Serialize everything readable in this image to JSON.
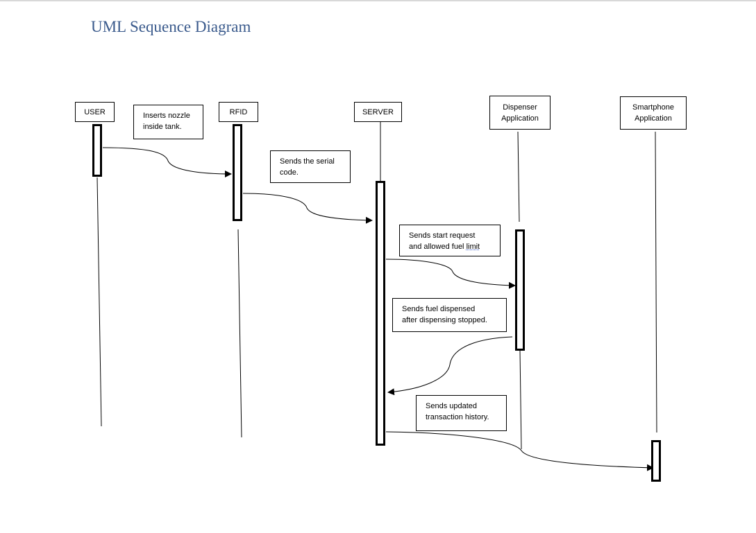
{
  "title": "UML Sequence Diagram",
  "actors": {
    "user": "USER",
    "rfid": "RFID",
    "server": "SERVER",
    "dispenser": "Dispenser\nApplication",
    "smartphone": "Smartphone\nApplication"
  },
  "messages": {
    "m1": "Inserts nozzle\ninside tank.",
    "m2": "Sends the serial\ncode.",
    "m3_line1": "Sends start request",
    "m3_line2": "and allowed fuel ",
    "m3_underlined": "limit",
    "m4": "Sends fuel dispensed\nafter dispensing stopped.",
    "m5": "Sends updated\ntransaction history."
  }
}
